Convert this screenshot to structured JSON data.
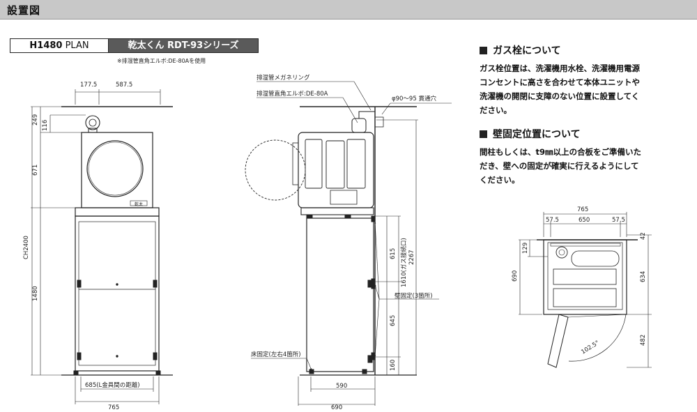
{
  "header": {
    "title": "設置図"
  },
  "plan": {
    "height_code": "H1480",
    "plan_label": "PLAN",
    "series": "乾太くん RDT-93シリーズ"
  },
  "note_top": "※排湿管直角エルボ:DE-80Aを使用",
  "front": {
    "dim_top_left": "177.5",
    "dim_top_right": "587.5",
    "dim_249": "249",
    "dim_116": "116",
    "dim_671": "671",
    "dim_ch": "CH2400",
    "dim_1480": "1480",
    "dim_685": "685(L金具間の距離)",
    "dim_765": "765",
    "badge": "乾太"
  },
  "side": {
    "label_meganering": "排湿管メガネリング",
    "label_elbow": "排湿管直角エルボ:DE-80A",
    "label_hole": "φ90〜95 貫通穴",
    "dim_615": "615",
    "dim_2267": "2267",
    "dim_1610": "1610(ガス接続口)",
    "label_wall_fix": "壁固定(3箇所)",
    "dim_645": "645",
    "dim_160": "160",
    "label_floor_fix": "床固定(左右4箇所)",
    "dim_590": "590",
    "dim_690": "690"
  },
  "gas": {
    "title": "ガス栓について",
    "lines": [
      "ガス栓位置は、洗濯機用水栓、洗濯機用電源",
      "コンセントに高さを合わせて本体ユニットや",
      "洗濯機の開閉に支障のない位置に設置してく",
      "ださい。"
    ]
  },
  "wall": {
    "title": "壁固定位置について",
    "lines": [
      "間柱もしくは、t9㎜以上の合板をご準備いた",
      "だき、壁への固定が確実に行えるようにして",
      "ください。"
    ]
  },
  "top_view": {
    "dim_765": "765",
    "dim_575_left": "57.5",
    "dim_650": "650",
    "dim_575_right": "57.5",
    "dim_42": "42",
    "dim_129": "129",
    "dim_690": "690",
    "dim_634": "634",
    "dim_482": "482",
    "angle": "102.5°"
  }
}
